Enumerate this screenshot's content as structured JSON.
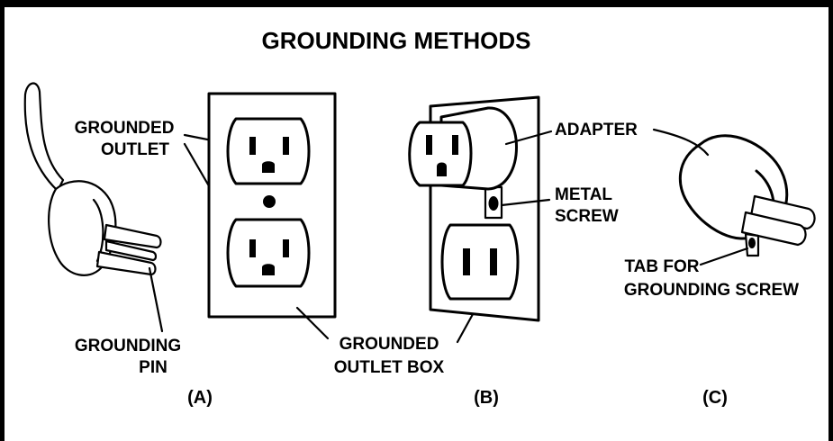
{
  "title": "GROUNDING METHODS",
  "labels": {
    "grounded_outlet": [
      "GROUNDED",
      "OUTLET"
    ],
    "grounding_pin": [
      "GROUNDING",
      "PIN"
    ],
    "grounded_outlet_box": [
      "GROUNDED",
      "OUTLET BOX"
    ],
    "adapter": "ADAPTER",
    "metal_screw": [
      "METAL",
      "SCREW"
    ],
    "tab_for_grounding_screw": [
      "TAB FOR",
      "GROUNDING SCREW"
    ]
  },
  "captions": {
    "a": "(A)",
    "b": "(B)",
    "c": "(C)"
  },
  "colors": {
    "ink": "#000000",
    "paper": "#ffffff"
  }
}
